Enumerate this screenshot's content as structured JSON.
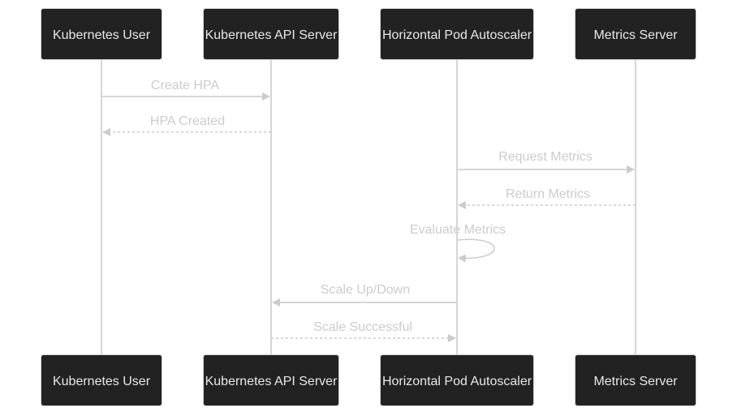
{
  "actors": [
    {
      "id": "user",
      "label": "Kubernetes User"
    },
    {
      "id": "api",
      "label": "Kubernetes API Server"
    },
    {
      "id": "hpa",
      "label": "Horizontal Pod Autoscaler"
    },
    {
      "id": "metrics",
      "label": "Metrics Server"
    }
  ],
  "messages": [
    {
      "from": "user",
      "to": "api",
      "label": "Create HPA",
      "style": "solid"
    },
    {
      "from": "api",
      "to": "user",
      "label": "HPA Created",
      "style": "dashed"
    },
    {
      "from": "hpa",
      "to": "metrics",
      "label": "Request Metrics",
      "style": "solid"
    },
    {
      "from": "metrics",
      "to": "hpa",
      "label": "Return Metrics",
      "style": "dashed"
    },
    {
      "from": "hpa",
      "to": "hpa",
      "label": "Evaluate Metrics",
      "style": "solid"
    },
    {
      "from": "hpa",
      "to": "api",
      "label": "Scale Up/Down",
      "style": "solid"
    },
    {
      "from": "api",
      "to": "hpa",
      "label": "Scale Successful",
      "style": "dashed"
    }
  ]
}
